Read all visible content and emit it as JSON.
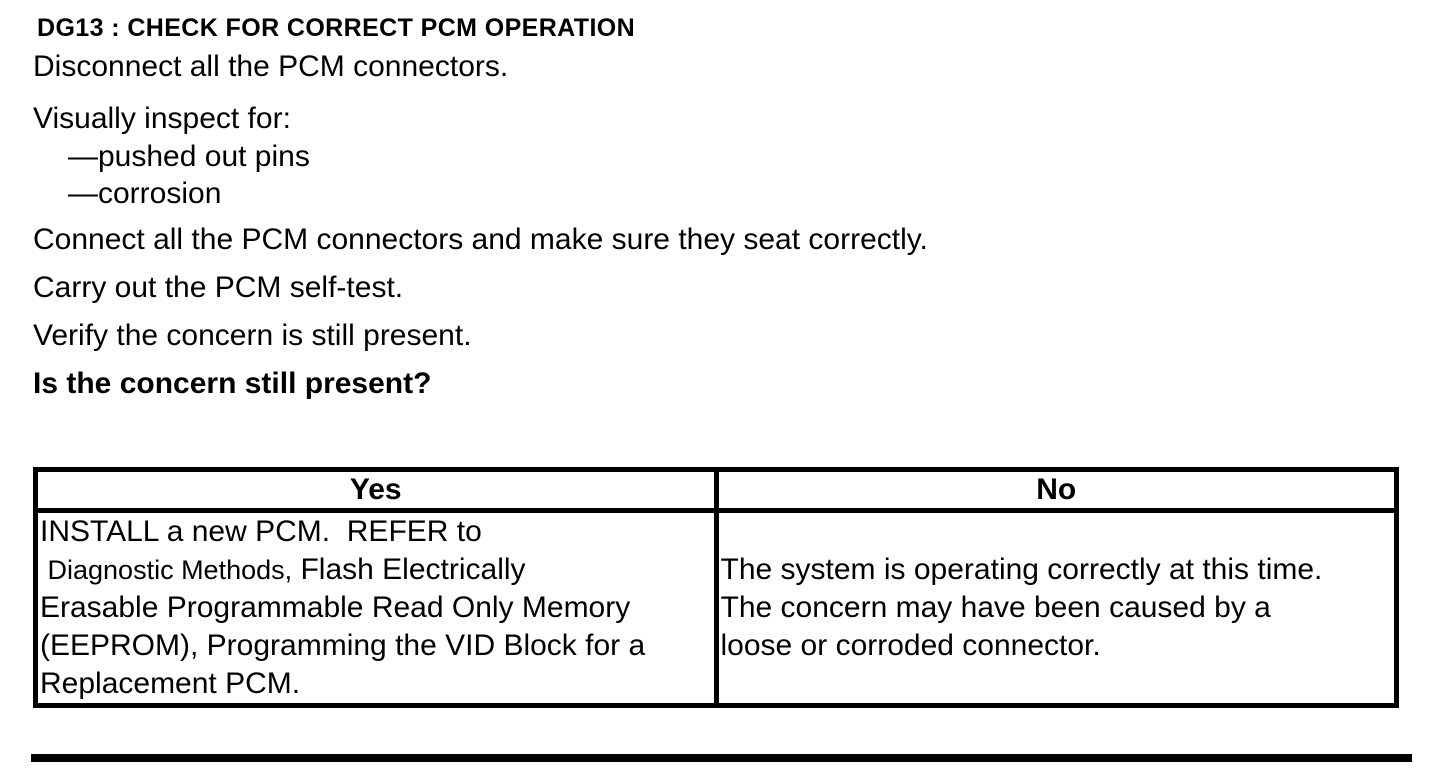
{
  "heading": "DG13 : CHECK FOR CORRECT PCM OPERATION",
  "steps": {
    "disconnect": "Disconnect all the PCM connectors.",
    "inspect_intro": "Visually inspect for:",
    "inspect_item_pins": "—pushed out pins",
    "inspect_item_corrosion": "—corrosion",
    "connect": "Connect all the PCM connectors and make sure they seat correctly.",
    "self_test": "Carry out the PCM self-test.",
    "verify": "Verify the concern is still present.",
    "question": "Is the concern still present?"
  },
  "table": {
    "headers": {
      "yes": "Yes",
      "no": "No"
    },
    "yes_cell": {
      "line1": "INSTALL a new PCM.  REFER to",
      "line2_link": " Diagnostic Methods,",
      "line2_rest": " Flash Electrically",
      "line3": "Erasable Programmable Read Only Memory",
      "line4": "(EEPROM), Programming the VID Block for a",
      "line5": "Replacement PCM."
    },
    "no_cell": {
      "line1": "The system is operating correctly at this time.",
      "line2": "The concern may have been caused by a",
      "line3": "loose or corroded connector."
    }
  },
  "colors": {
    "text": "#000000",
    "background": "#ffffff",
    "table_border": "#000000"
  }
}
